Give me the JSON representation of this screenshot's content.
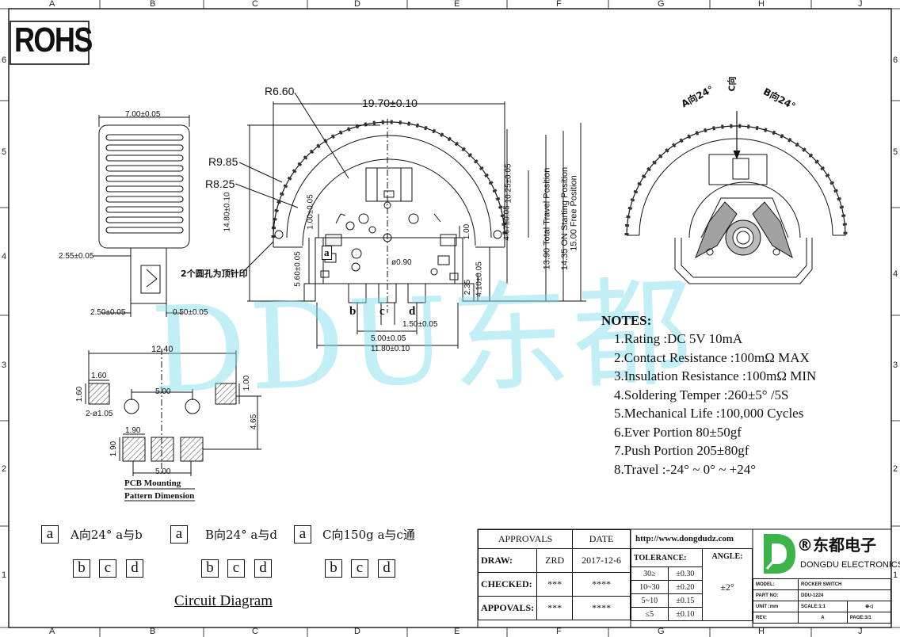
{
  "rohs": "ROHS",
  "frame": {
    "cols": [
      "A",
      "B",
      "C",
      "D",
      "E",
      "F",
      "G",
      "H",
      "J"
    ],
    "rows": [
      "6",
      "5",
      "4",
      "3",
      "2",
      "1"
    ]
  },
  "left_view": {
    "top_dim": "7.00±0.05",
    "d1": "2.55±0.05",
    "d2": "2.50±0.05",
    "d3": "0.50±0.05"
  },
  "front_view": {
    "r1": "R6.60",
    "r2": "R9.85",
    "r3": "R8.25",
    "width": "19.70±0.10",
    "h1": "14.80±0.10",
    "h2": "10.25±0.05",
    "h3": "4.67±0.05",
    "h4": "1.00±0.05",
    "h5": "1.00",
    "h6": "5.60±0.05",
    "h7": "4.10±0.05",
    "h8": "2.35",
    "hole": "ø0.90",
    "pos1": "13.90 Total Travel Position",
    "pos2": "14.35 ON Starting Position",
    "pos3": "15.00 Free Position",
    "note_holes": "2个圆孔为顶针印",
    "pin_a": "a",
    "pin_b": "b",
    "pin_c": "c",
    "pin_d": "d",
    "w1": "1.50±0.05",
    "w2": "5.00±0.05",
    "w3": "11.80±0.10"
  },
  "right_view": {
    "a_dir": "A向24°",
    "c_dir": "C向",
    "b_dir": "B向24°"
  },
  "pcb": {
    "d1": "12.40",
    "d2": "1.60",
    "d3": "1.60",
    "d4": "5.00",
    "d5": "1.00",
    "d6": "2-ø1.05",
    "d7": "1.90",
    "d8": "1.90",
    "d9": "4.65",
    "d10": "5.00",
    "label1": "PCB Mounting",
    "label2": "Pattern Dimension"
  },
  "notes": {
    "title": "NOTES:",
    "items": [
      "1.Rating :DC 5V 10mA",
      "2.Contact Resistance :100mΩ MAX",
      "3.Insulation Resistance :100mΩ MIN",
      "4.Soldering Temper :260±5° /5S",
      "5.Mechanical Life :100,000 Cycles",
      "6.Ever Portion 80±50gf",
      "7.Push Portion 205±80gf",
      "8.Travel :-24° ~ 0° ~ +24°"
    ]
  },
  "circuit": {
    "title": "Circuit Diagram",
    "groups": [
      {
        "label": "A向24°  a与b"
      },
      {
        "label": "B向24° a与d"
      },
      {
        "label": "C向150g  a与c通"
      }
    ],
    "a": "a",
    "b": "b",
    "c": "c",
    "d": "d"
  },
  "title_block": {
    "approvals": "APPROVALS",
    "date": "DATE",
    "url": "http://www.dongdudz.com",
    "draw": "DRAW:",
    "draw_name": "ZRD",
    "draw_date": "2017-12-6",
    "checked": "CHECKED:",
    "checked_name": "***",
    "checked_date": "****",
    "appovals": "APPOVALS:",
    "appovals_name": "***",
    "appovals_date": "****",
    "tolerance": "TOLERANCE:",
    "angle": "ANGLE:",
    "angle_val": "±2°",
    "tol_rows": [
      {
        "range": "30≥",
        "val": "±0.30"
      },
      {
        "range": "10~30",
        "val": "±0.20"
      },
      {
        "range": "5~10",
        "val": "±0.15"
      },
      {
        "range": "≤5",
        "val": "±0.10"
      }
    ],
    "company_cn": "®东都电子",
    "company_en": "DONGDU ELECTRONICS",
    "model_k": "MODEL:",
    "model_v": "ROCKER SWITCH",
    "part_k": "PART NO:",
    "part_v": "DDU-1224",
    "unit_k": "UNIT :mm",
    "scale_k": "SCALE:1:1",
    "rev_k": "REV:",
    "rev_v": "A",
    "page_k": "PAGE:1/1"
  },
  "watermark": "DDU东都"
}
